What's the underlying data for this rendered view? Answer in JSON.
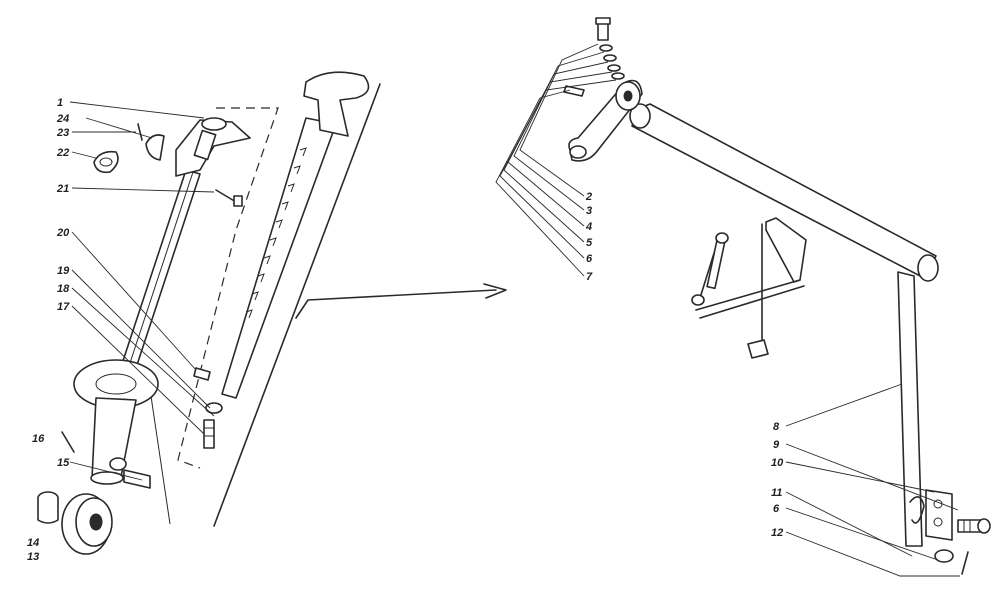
{
  "left_assembly_labels": [
    {
      "id": "1",
      "text": "1"
    },
    {
      "id": "24",
      "text": "24"
    },
    {
      "id": "23",
      "text": "23"
    },
    {
      "id": "22",
      "text": "22"
    },
    {
      "id": "21",
      "text": "21"
    },
    {
      "id": "20",
      "text": "20"
    },
    {
      "id": "19",
      "text": "19"
    },
    {
      "id": "18",
      "text": "18"
    },
    {
      "id": "17",
      "text": "17"
    },
    {
      "id": "16",
      "text": "16"
    },
    {
      "id": "15",
      "text": "15"
    },
    {
      "id": "14",
      "text": "14"
    },
    {
      "id": "13",
      "text": "13"
    }
  ],
  "right_assembly_labels": [
    {
      "id": "2",
      "text": "2"
    },
    {
      "id": "3",
      "text": "3"
    },
    {
      "id": "4",
      "text": "4"
    },
    {
      "id": "5",
      "text": "5"
    },
    {
      "id": "6a",
      "text": "6"
    },
    {
      "id": "7",
      "text": "7"
    },
    {
      "id": "8",
      "text": "8"
    },
    {
      "id": "9",
      "text": "9"
    },
    {
      "id": "10",
      "text": "10"
    },
    {
      "id": "11",
      "text": "11"
    },
    {
      "id": "6b",
      "text": "6"
    },
    {
      "id": "12",
      "text": "12"
    }
  ]
}
